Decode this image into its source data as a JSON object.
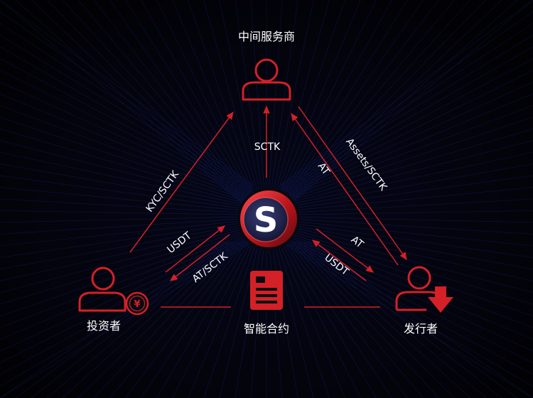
{
  "colors": {
    "background": "#030308",
    "mesh": "#1a2a8c",
    "accent": "#d42027",
    "text": "#ffffff"
  },
  "nodes": {
    "top": {
      "label": "中间服务商",
      "icon": "person-icon"
    },
    "left": {
      "label": "投资者",
      "icon": "person-with-yen-coin-icon"
    },
    "right": {
      "label": "发行者",
      "icon": "person-with-down-arrow-icon"
    },
    "bottom": {
      "label": "智能合约",
      "icon": "document-icon"
    },
    "center": {
      "icon": "s-coin-logo-icon",
      "letter": "S"
    }
  },
  "coin": {
    "symbol": "¥"
  },
  "edges": {
    "left_to_top": "KYC/SCTK",
    "center_to_top": "SCTK",
    "top_right_upper": "Assets/SCTK",
    "top_right_lower": "AT",
    "left_to_center": "USDT",
    "center_to_left": "AT/SCTK",
    "right_to_center": "AT",
    "center_to_right": "USDT"
  }
}
